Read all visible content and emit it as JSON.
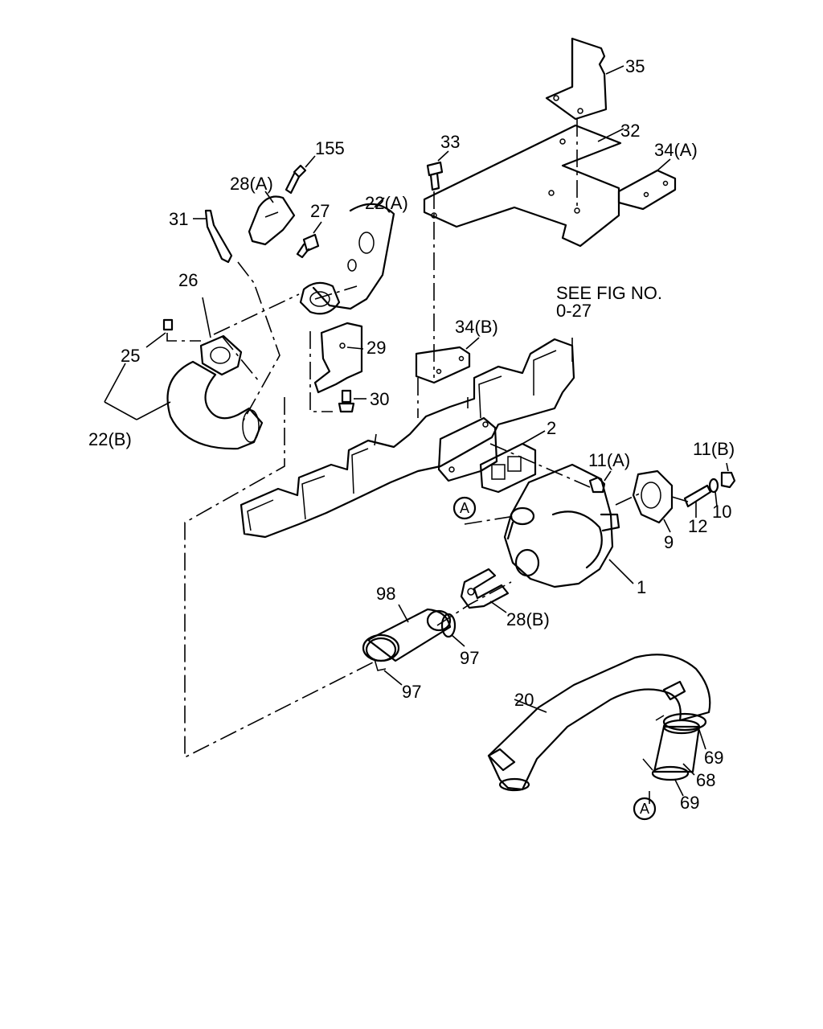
{
  "labels": {
    "l35": "35",
    "l32": "32",
    "l34a": "34(A)",
    "l33": "33",
    "l155": "155",
    "l28a": "28(A)",
    "l27": "27",
    "l22a": "22(A)",
    "l31": "31",
    "l26": "26",
    "l25": "25",
    "l22b": "22(B)",
    "l34b": "34(B)",
    "l29": "29",
    "l30": "30",
    "seefig1": "SEE FIG NO.",
    "seefig2": "0-27",
    "l2": "2",
    "l11a": "11(A)",
    "l11b": "11(B)",
    "l12": "12",
    "l10": "10",
    "l9": "9",
    "l1": "1",
    "lA1": "A",
    "l98": "98",
    "l28b": "28(B)",
    "l97a": "97",
    "l97b": "97",
    "l20": "20",
    "l69a": "69",
    "l68": "68",
    "l69b": "69",
    "lA2": "A"
  }
}
